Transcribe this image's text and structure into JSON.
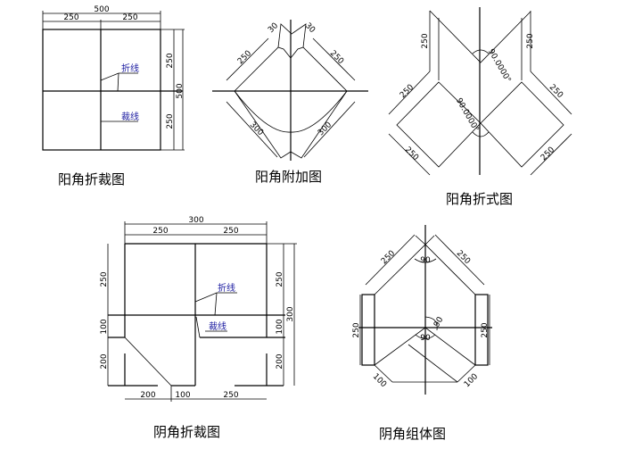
{
  "drawings": {
    "yang_cut": {
      "title": "阳角折裁图",
      "dim_total": "500",
      "dim_left": "250",
      "dim_right": "250",
      "dim_top_side": "250",
      "dim_bottom_side": "250",
      "dim_side_total": "500",
      "fold_label": "折线",
      "cut_label": "裁线"
    },
    "yang_extra": {
      "title": "阳角附加图",
      "dim_a": "30",
      "dim_b": "30",
      "dim_c": "250",
      "dim_d": "250",
      "dim_e": "300",
      "dim_f": "300"
    },
    "yang_fold": {
      "title": "阳角折式图",
      "dim_a": "250",
      "dim_b": "250",
      "dim_c": "250",
      "dim_d": "250",
      "dim_e": "250",
      "dim_f": "250",
      "angle_top": "90.0000°",
      "angle_bottom": "90.0000°"
    },
    "yin_cut": {
      "title": "阴角折裁图",
      "dim_total": "300",
      "dim_top_left": "250",
      "dim_top_right": "250",
      "dim_l1": "250",
      "dim_l2": "100",
      "dim_l3": "200",
      "dim_r1": "250",
      "dim_r2": "100",
      "dim_r3": "200",
      "dim_r_total": "300",
      "dim_b1": "200",
      "dim_b2": "100",
      "dim_b3": "250",
      "fold_label": "折线",
      "cut_label": "裁线"
    },
    "yin_assembly": {
      "title": "阴角组体图",
      "dim_a": "250",
      "dim_b": "250",
      "dim_c": "250",
      "dim_d": "250",
      "angle_top": "90",
      "angle_mid": "90",
      "angle_low": "90",
      "dim_e": "100",
      "dim_f": "100"
    }
  }
}
